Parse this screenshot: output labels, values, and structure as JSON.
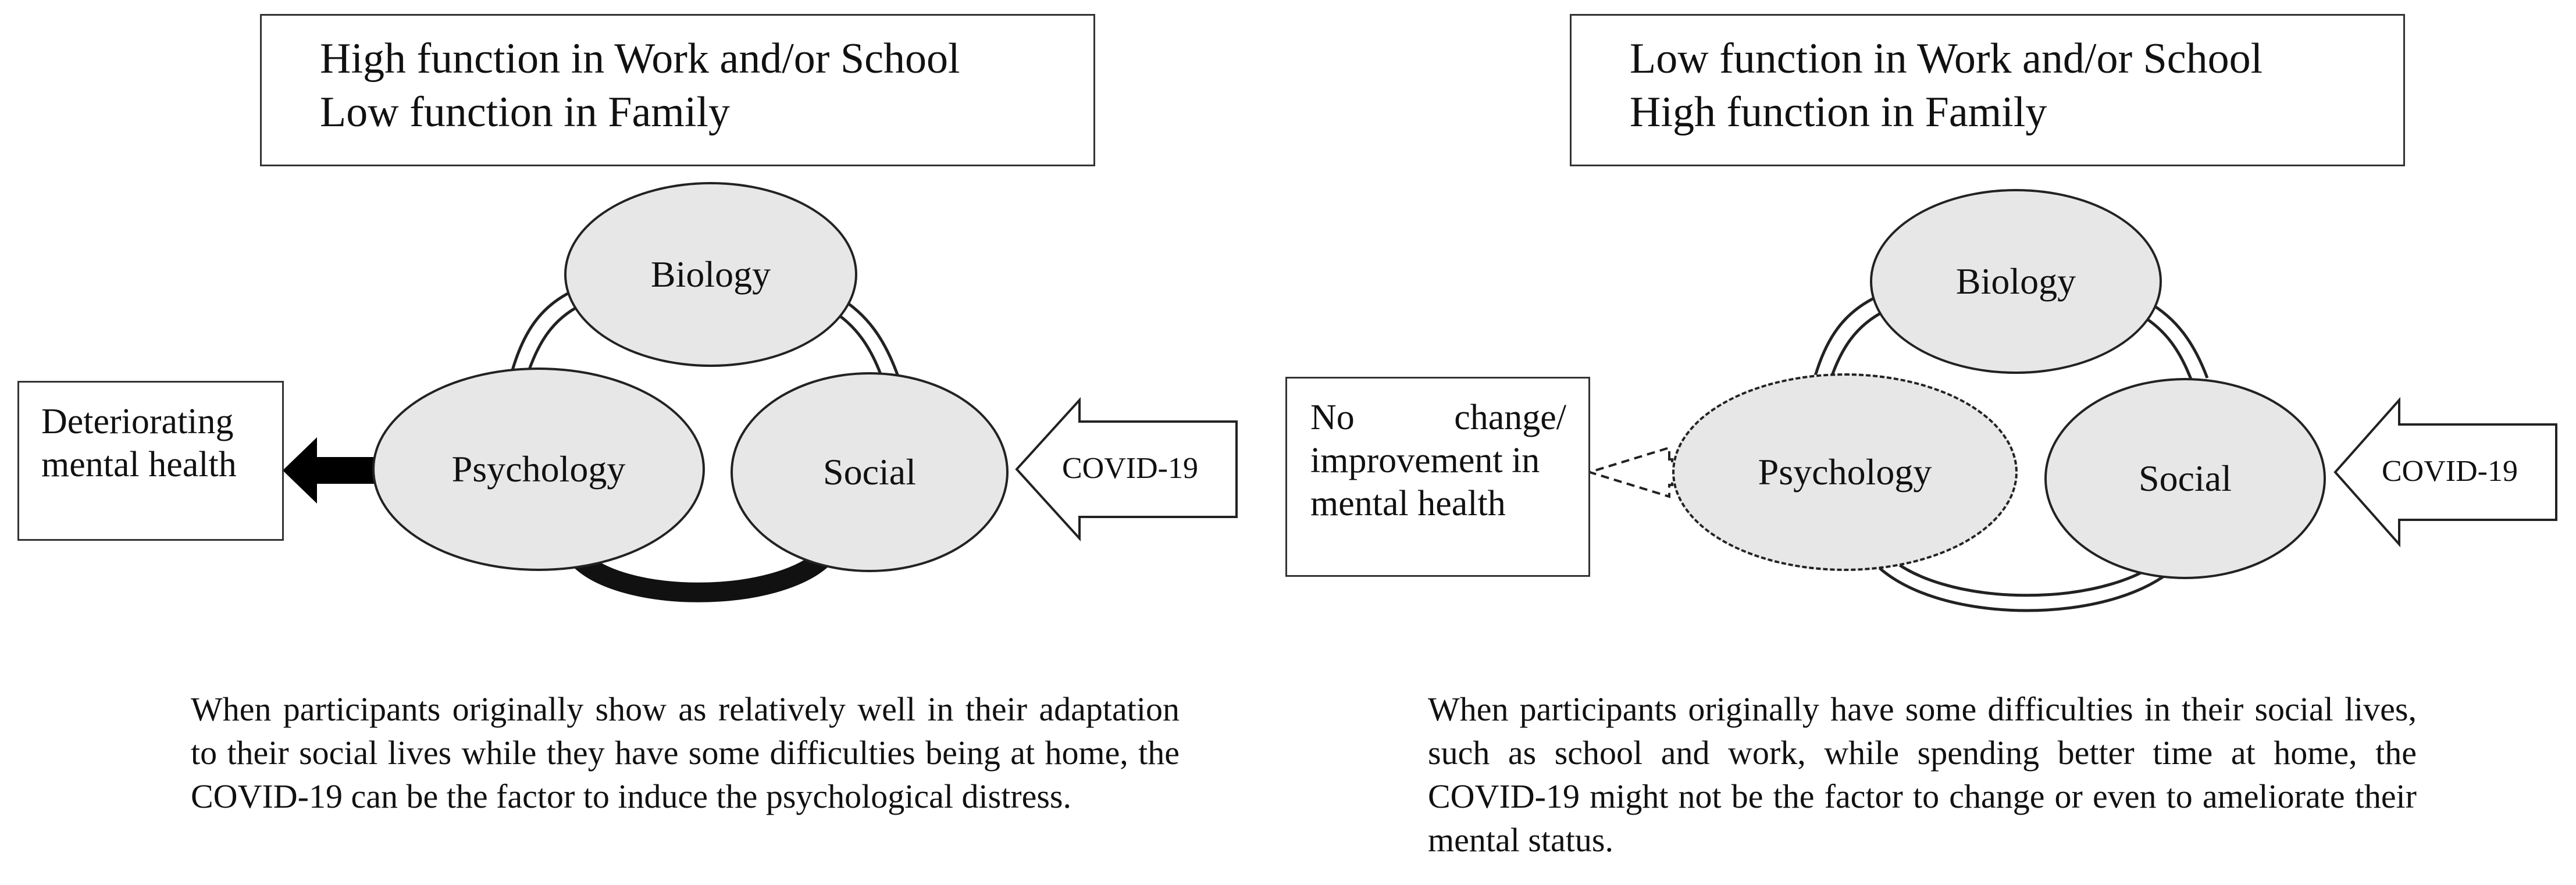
{
  "left_panel": {
    "header_line1": "High function in Work and/or School",
    "header_line2": "Low function in Family",
    "nodes": {
      "biology": "Biology",
      "psychology": "Psychology",
      "social": "Social"
    },
    "outcome_line1": "Deteriorating",
    "outcome_line2": "mental health",
    "input_label": "COVID-19",
    "caption": "When participants originally show as relatively well in their adaptation to their social lives while they have some difficulties being at home, the COVID-19 can be the factor to induce the psychological distress."
  },
  "right_panel": {
    "header_line1": "Low function in Work and/or School",
    "header_line2": "High function in Family",
    "nodes": {
      "biology": "Biology",
      "psychology": "Psychology",
      "social": "Social"
    },
    "outcome_line1": "No",
    "outcome_line1b": "change/",
    "outcome_line2": "improvement in",
    "outcome_line3": "mental health",
    "input_label": "COVID-19",
    "caption": "When participants originally have some difficulties in their social lives, such as school and work, while spending better time at home, the COVID-19 might not be the factor to change or even to ameliorate their mental status."
  }
}
